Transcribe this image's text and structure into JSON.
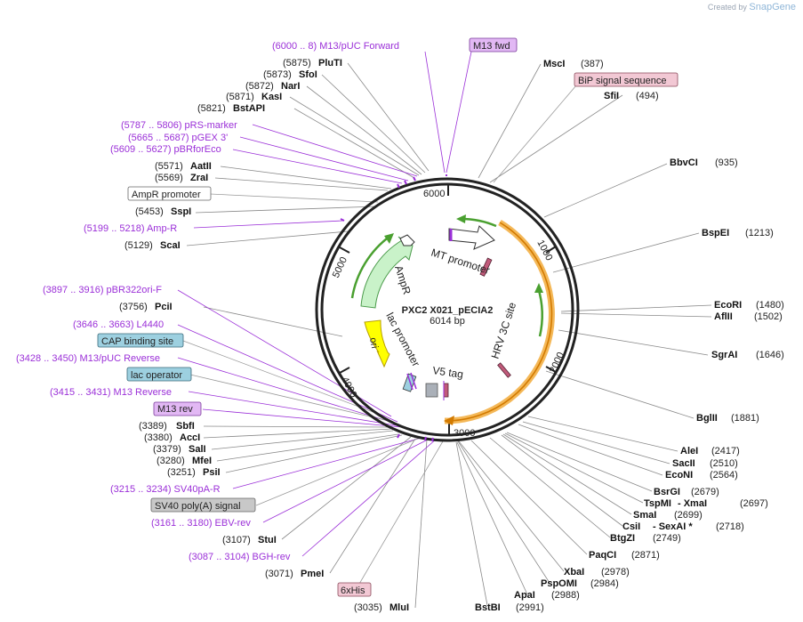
{
  "credit": {
    "prefix": "Created by",
    "brand": "SnapGene"
  },
  "plasmid": {
    "name": "PXC2 X021_pECIA2",
    "size": "6014 bp"
  },
  "ticks": [
    "1000",
    "2000",
    "3000",
    "4000",
    "5000",
    "6000"
  ],
  "features": [
    {
      "label": "MT promoter",
      "type": "promoter"
    },
    {
      "label": "HRV 3C site",
      "type": "site"
    },
    {
      "label": "V5 tag",
      "type": "tag"
    },
    {
      "label": "lac promoter",
      "type": "promoter"
    },
    {
      "label": "ori",
      "type": "origin"
    },
    {
      "label": "AmpR",
      "type": "cds"
    }
  ],
  "annotations": [
    {
      "label": "(6000 .. 8)  M13/pUC Forward",
      "kind": "primer"
    },
    {
      "label": "M13 fwd",
      "kind": "box_primer"
    },
    {
      "label": "(5875)",
      "name": "PluTI",
      "kind": "enzyme"
    },
    {
      "label": "(5873)",
      "name": "SfoI",
      "kind": "enzyme"
    },
    {
      "label": "(5872)",
      "name": "NarI",
      "kind": "enzyme"
    },
    {
      "label": "(5871)",
      "name": "KasI",
      "kind": "enzyme"
    },
    {
      "label": "(5821)",
      "name": "BstAPI",
      "kind": "enzyme"
    },
    {
      "label": "MscI",
      "pos": "(387)",
      "kind": "enzyme"
    },
    {
      "label": "BiP signal sequence",
      "kind": "box_pink"
    },
    {
      "label": "SfiI",
      "pos": "(494)",
      "kind": "enzyme"
    },
    {
      "label": "(5787 .. 5806)  pRS-marker",
      "kind": "primer"
    },
    {
      "label": "(5665 .. 5687)  pGEX 3'",
      "kind": "primer"
    },
    {
      "label": "(5609 .. 5627)  pBRforEco",
      "kind": "primer"
    },
    {
      "label": "(5571)",
      "name": "AatII",
      "kind": "enzyme"
    },
    {
      "label": "(5569)",
      "name": "ZraI",
      "kind": "enzyme"
    },
    {
      "label": "AmpR promoter",
      "kind": "box_white"
    },
    {
      "label": "(5453)",
      "name": "SspI",
      "kind": "enzyme"
    },
    {
      "label": "(5199 .. 5218)  Amp-R",
      "kind": "primer"
    },
    {
      "label": "(5129)",
      "name": "ScaI",
      "kind": "enzyme"
    },
    {
      "label": "BbvCI",
      "pos": "(935)",
      "kind": "enzyme"
    },
    {
      "label": "BspEI",
      "pos": "(1213)",
      "kind": "enzyme"
    },
    {
      "label": "EcoRI",
      "pos": "(1480)",
      "kind": "enzyme"
    },
    {
      "label": "AflII",
      "pos": "(1502)",
      "kind": "enzyme"
    },
    {
      "label": "SgrAI",
      "pos": "(1646)",
      "kind": "enzyme"
    },
    {
      "label": "BglII",
      "pos": "(1881)",
      "kind": "enzyme"
    },
    {
      "label": "(3897 .. 3916)  pBR322ori-F",
      "kind": "primer"
    },
    {
      "label": "(3756)",
      "name": "PciI",
      "kind": "enzyme"
    },
    {
      "label": "(3646 .. 3663)  L4440",
      "kind": "primer"
    },
    {
      "label": "CAP binding site",
      "kind": "box_blue"
    },
    {
      "label": "(3428 .. 3450)  M13/pUC Reverse",
      "kind": "primer"
    },
    {
      "label": "lac operator",
      "kind": "box_blue"
    },
    {
      "label": "(3415 .. 3431)  M13 Reverse",
      "kind": "primer"
    },
    {
      "label": "M13 rev",
      "kind": "box_primer"
    },
    {
      "label": "(3389)",
      "name": "SbfI",
      "kind": "enzyme"
    },
    {
      "label": "(3380)",
      "name": "AccI",
      "kind": "enzyme"
    },
    {
      "label": "(3379)",
      "name": "SalI",
      "kind": "enzyme"
    },
    {
      "label": "(3280)",
      "name": "MfeI",
      "kind": "enzyme"
    },
    {
      "label": "(3251)",
      "name": "PsiI",
      "kind": "enzyme"
    },
    {
      "label": "(3215 .. 3234)  SV40pA-R",
      "kind": "primer"
    },
    {
      "label": "SV40 poly(A) signal",
      "kind": "box_gray"
    },
    {
      "label": "(3161 .. 3180)  EBV-rev",
      "kind": "primer"
    },
    {
      "label": "(3107)",
      "name": "StuI",
      "kind": "enzyme"
    },
    {
      "label": "(3087 .. 3104)  BGH-rev",
      "kind": "primer"
    },
    {
      "label": "(3071)",
      "name": "PmeI",
      "kind": "enzyme"
    },
    {
      "label": "6xHis",
      "kind": "box_pink"
    },
    {
      "label": "(3035)",
      "name": "MluI",
      "kind": "enzyme"
    },
    {
      "label": "AleI",
      "pos": "(2417)",
      "kind": "enzyme"
    },
    {
      "label": "SacII",
      "pos": "(2510)",
      "kind": "enzyme"
    },
    {
      "label": "EcoNI",
      "pos": "(2564)",
      "kind": "enzyme"
    },
    {
      "label": "BsrGI",
      "pos": "(2679)",
      "kind": "enzyme"
    },
    {
      "label": "TspMI",
      "name2": "- XmaI",
      "pos": "(2697)",
      "kind": "enzyme"
    },
    {
      "label": "SmaI",
      "pos": "(2699)",
      "kind": "enzyme"
    },
    {
      "label": "CsiI",
      "name2": "- SexAI *",
      "pos": "(2718)",
      "kind": "enzyme"
    },
    {
      "label": "BtgZI",
      "pos": "(2749)",
      "kind": "enzyme"
    },
    {
      "label": "PaqCI",
      "pos": "(2871)",
      "kind": "enzyme"
    },
    {
      "label": "XbaI",
      "pos": "(2978)",
      "kind": "enzyme"
    },
    {
      "label": "PspOMI",
      "pos": "(2984)",
      "kind": "enzyme"
    },
    {
      "label": "ApaI",
      "pos": "(2988)",
      "kind": "enzyme"
    },
    {
      "label": "BstBI",
      "pos": "(2991)",
      "kind": "enzyme"
    }
  ],
  "colors": {
    "backbone": "#222222",
    "enzyme_line": "#8a8a8a",
    "primer": "#9b30d8",
    "cds_fill": "#c9f2c9",
    "cds_stroke": "#4a9a4a",
    "ori_fill": "#ffff00",
    "orange_arc": "#f0a020",
    "green_arc": "#4aa030",
    "box_pink": "#f2c8d4",
    "box_blue": "#9dd0e0",
    "box_gray": "#c8c8c8",
    "box_primer": "#e2b8f4"
  }
}
